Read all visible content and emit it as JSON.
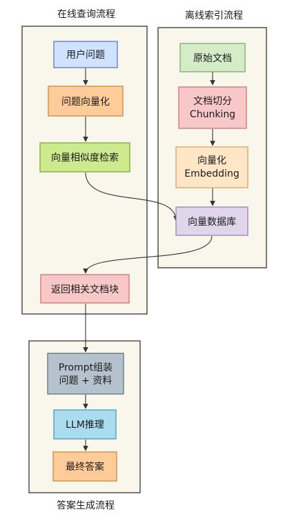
{
  "groups": {
    "online": {
      "title": "在线查询流程"
    },
    "offline": {
      "title": "离线索引流程"
    },
    "answer": {
      "title": "答案生成流程"
    }
  },
  "nodes": {
    "user_question": {
      "label": "用户问题",
      "fill": "#cfe2ff",
      "stroke": "#5b7bb5"
    },
    "question_vectorize": {
      "label": "问题向量化",
      "fill": "#ffcc99",
      "stroke": "#c98a3e"
    },
    "similarity_search": {
      "label": "向量相似度检索",
      "fill": "#cdea8f",
      "stroke": "#7fa63a"
    },
    "return_chunks": {
      "label": "返回相关文档块",
      "fill": "#f8c8c8",
      "stroke": "#c77474"
    },
    "raw_docs": {
      "label": "原始文档",
      "fill": "#d4ecc7",
      "stroke": "#7ca96a"
    },
    "chunking": {
      "line1": "文档切分",
      "line2": "Chunking",
      "fill": "#f8c8c8",
      "stroke": "#c77474"
    },
    "embedding": {
      "line1": "向量化",
      "line2": "Embedding",
      "fill": "#ffe6c7",
      "stroke": "#d9a45c"
    },
    "vector_db": {
      "label": "向量数据库",
      "fill": "#e1d5ec",
      "stroke": "#9a82b0"
    },
    "prompt_assembly": {
      "line1": "Prompt组装",
      "line2": "问题 + 资料",
      "fill": "#b5c2cd",
      "stroke": "#5f7282"
    },
    "llm_inference": {
      "label": "LLM推理",
      "fill": "#a9dcef",
      "stroke": "#4f98b5"
    },
    "final_answer": {
      "label": "最终答案",
      "fill": "#ffcc99",
      "stroke": "#c98a3e"
    }
  },
  "colors": {
    "group_fill": "#f9f7ec",
    "group_stroke": "#333333",
    "edge": "#333333"
  }
}
